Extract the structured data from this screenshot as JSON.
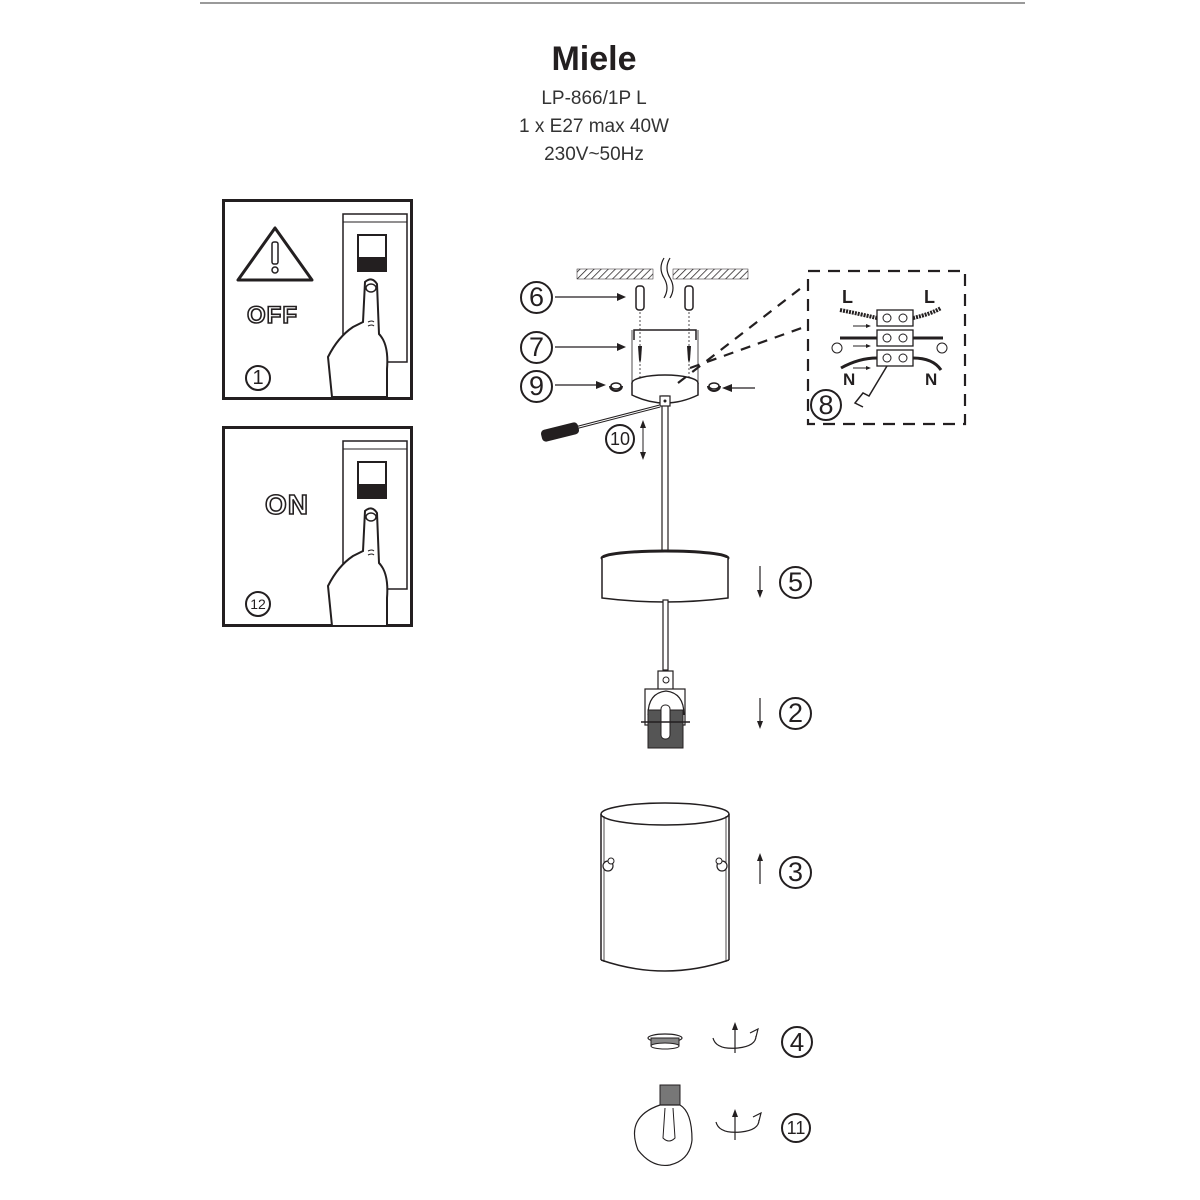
{
  "header": {
    "title": "Miele",
    "model": "LP-866/1P L",
    "bulb_spec": "1 x E27 max 40W",
    "voltage": "230V~50Hz"
  },
  "panels": {
    "power_off": {
      "label": "OFF",
      "step": "1",
      "icons": [
        "warning-triangle-icon",
        "wall-switch-icon",
        "pointing-hand-icon"
      ]
    },
    "power_on": {
      "label": "ON",
      "step": "12",
      "icons": [
        "wall-switch-icon",
        "pointing-hand-icon"
      ]
    }
  },
  "steps": {
    "s2": "2",
    "s3": "3",
    "s4": "4",
    "s5": "5",
    "s6": "6",
    "s7": "7",
    "s8": "8",
    "s9": "9",
    "s10": "10",
    "s11": "11"
  },
  "wiring": {
    "live_left": "L",
    "live_right": "L",
    "neutral_left": "N",
    "neutral_right": "N"
  },
  "colors": {
    "line": "#231f20",
    "divider": "#9a9a9a"
  }
}
